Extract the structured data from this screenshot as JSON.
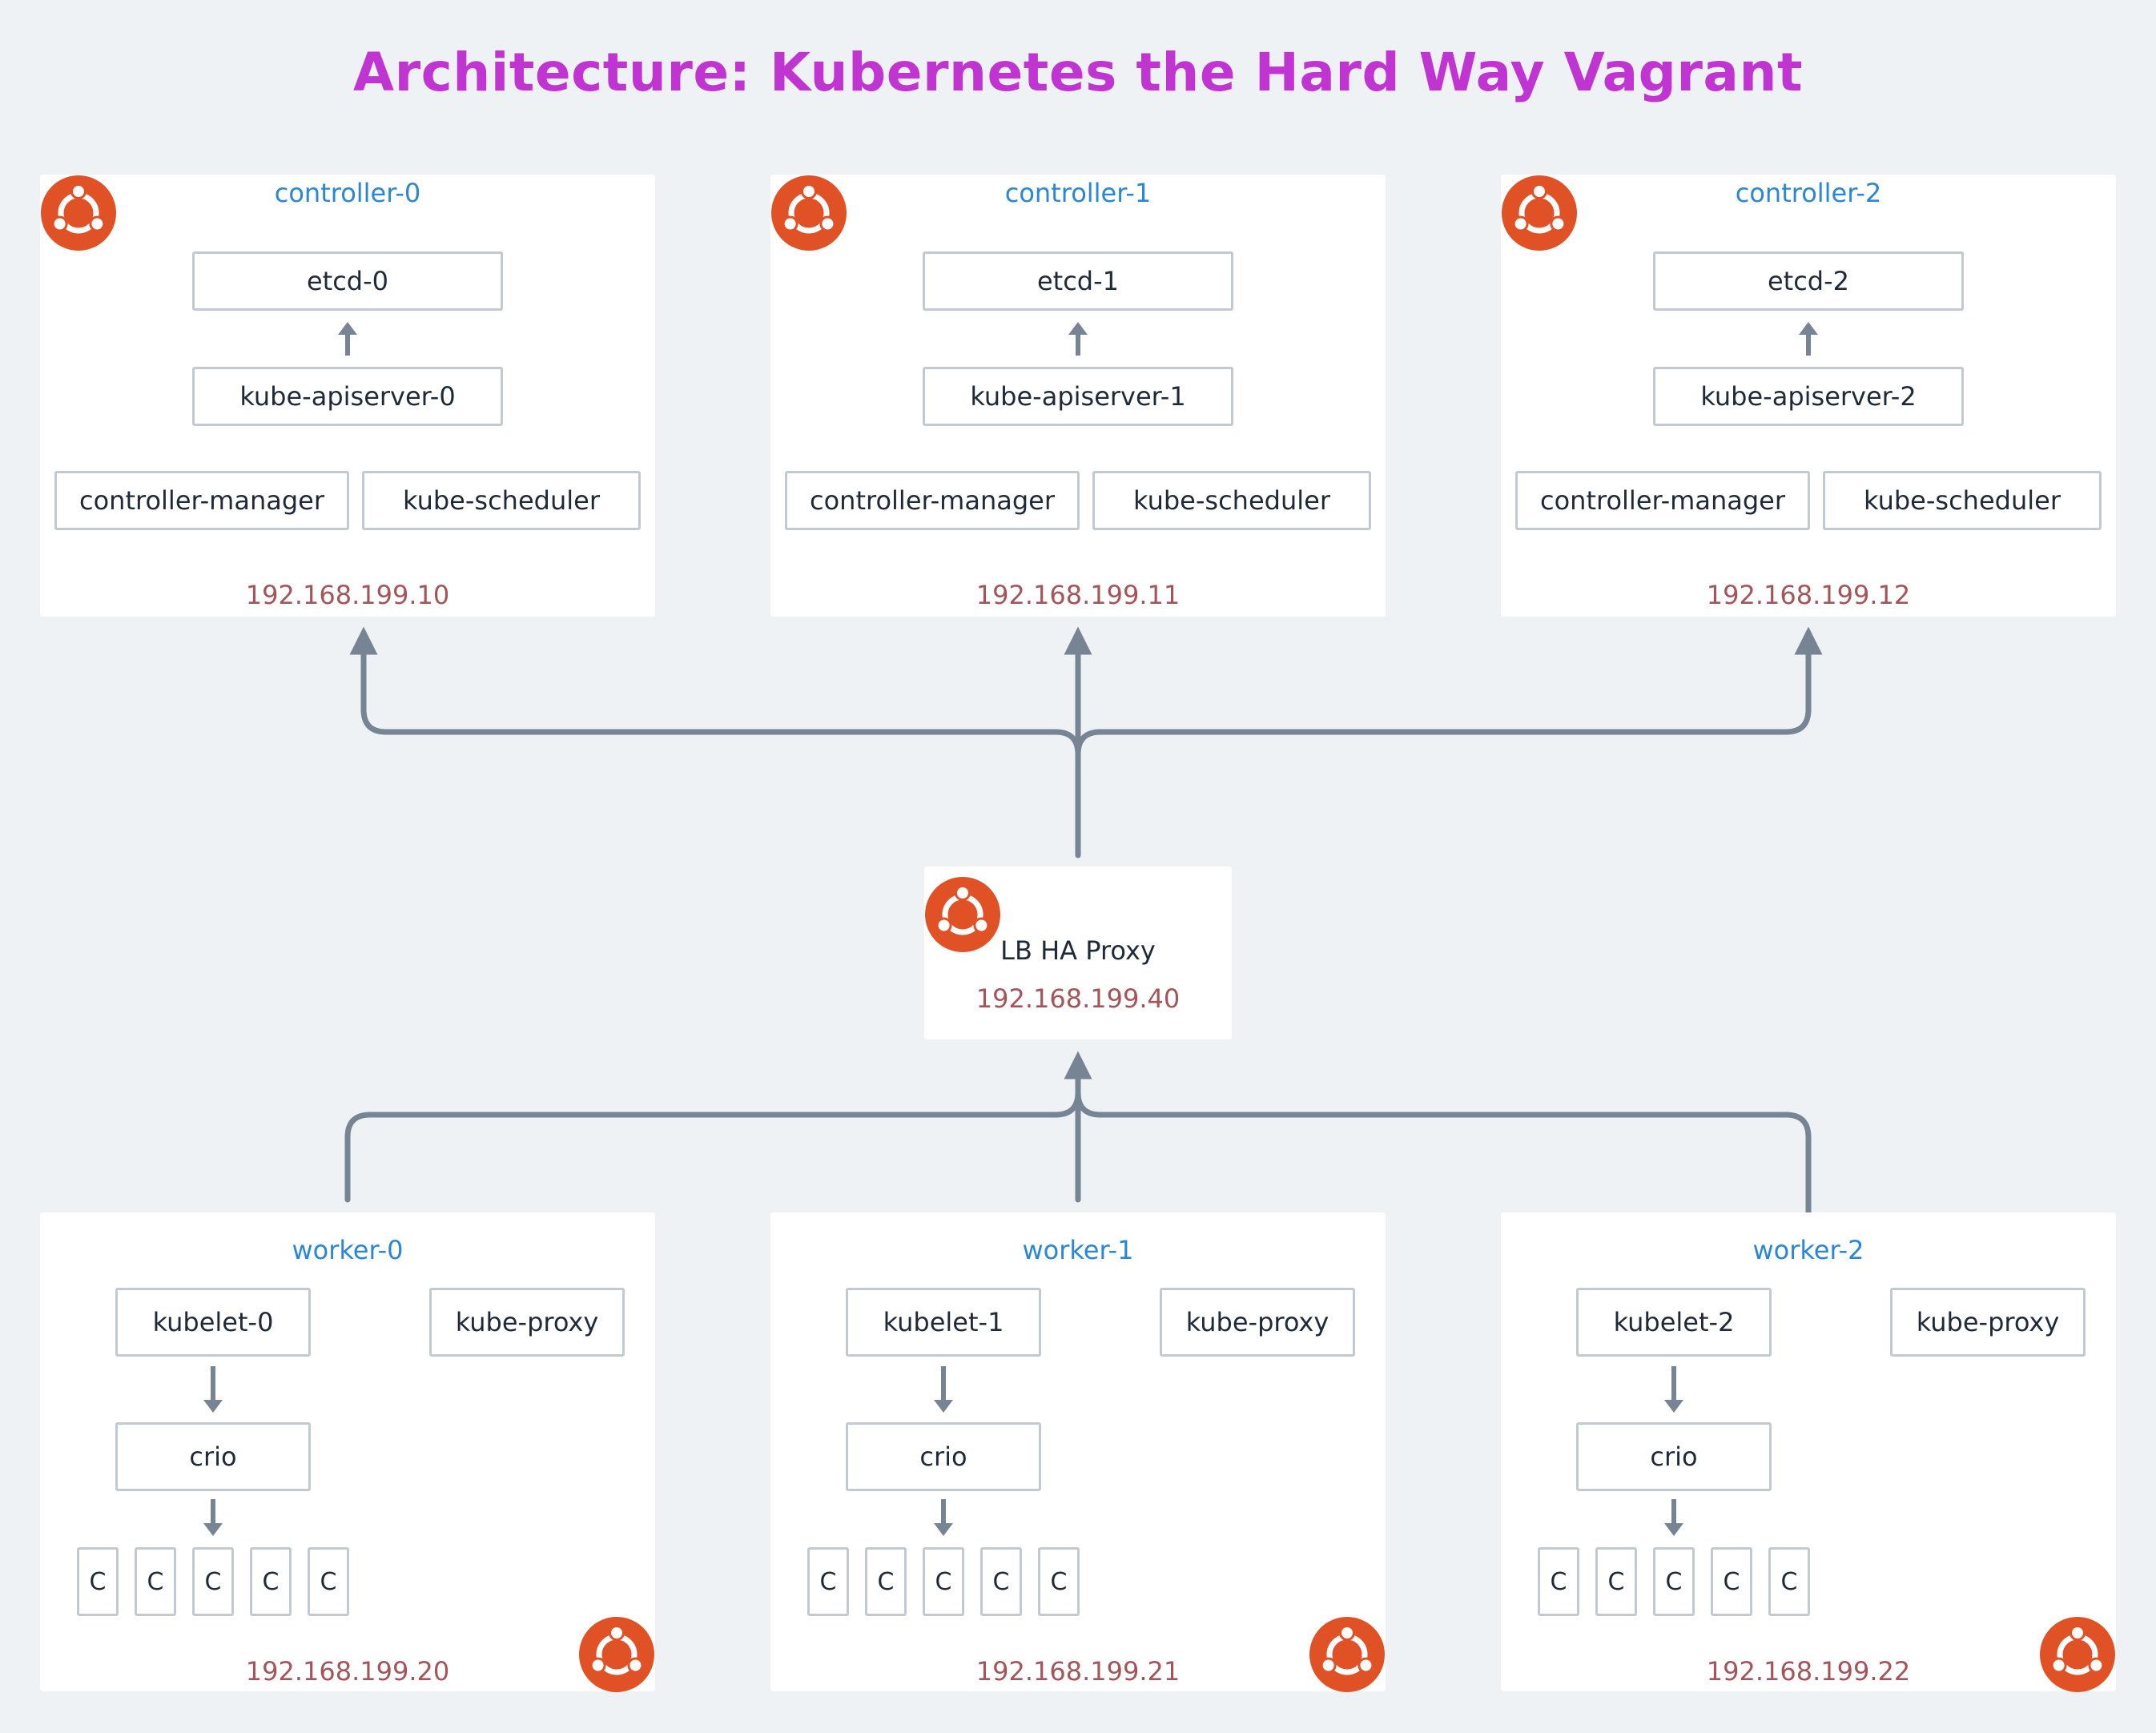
{
  "title": "Architecture: Kubernetes the Hard Way Vagrant",
  "icon": "ubuntu-logo-icon",
  "colors": {
    "title": "#c035d2",
    "node_name": "#2a86d6",
    "ip": "#a4555a",
    "connector": "#768493",
    "ubuntu": "#e05126",
    "background": "#eff2f5"
  },
  "controllers": [
    {
      "name": "controller-0",
      "etcd": "etcd-0",
      "apiserver": "kube-apiserver-0",
      "manager": "controller-manager",
      "scheduler": "kube-scheduler",
      "ip": "192.168.199.10"
    },
    {
      "name": "controller-1",
      "etcd": "etcd-1",
      "apiserver": "kube-apiserver-1",
      "manager": "controller-manager",
      "scheduler": "kube-scheduler",
      "ip": "192.168.199.11"
    },
    {
      "name": "controller-2",
      "etcd": "etcd-2",
      "apiserver": "kube-apiserver-2",
      "manager": "controller-manager",
      "scheduler": "kube-scheduler",
      "ip": "192.168.199.12"
    }
  ],
  "load_balancer": {
    "label": "LB HA Proxy",
    "ip": "192.168.199.40"
  },
  "workers": [
    {
      "name": "worker-0",
      "kubelet": "kubelet-0",
      "proxy": "kube-proxy",
      "runtime": "crio",
      "containers": [
        "C",
        "C",
        "C",
        "C",
        "C"
      ],
      "ip": "192.168.199.20"
    },
    {
      "name": "worker-1",
      "kubelet": "kubelet-1",
      "proxy": "kube-proxy",
      "runtime": "crio",
      "containers": [
        "C",
        "C",
        "C",
        "C",
        "C"
      ],
      "ip": "192.168.199.21"
    },
    {
      "name": "worker-2",
      "kubelet": "kubelet-2",
      "proxy": "kube-proxy",
      "runtime": "crio",
      "containers": [
        "C",
        "C",
        "C",
        "C",
        "C"
      ],
      "ip": "192.168.199.22"
    }
  ]
}
